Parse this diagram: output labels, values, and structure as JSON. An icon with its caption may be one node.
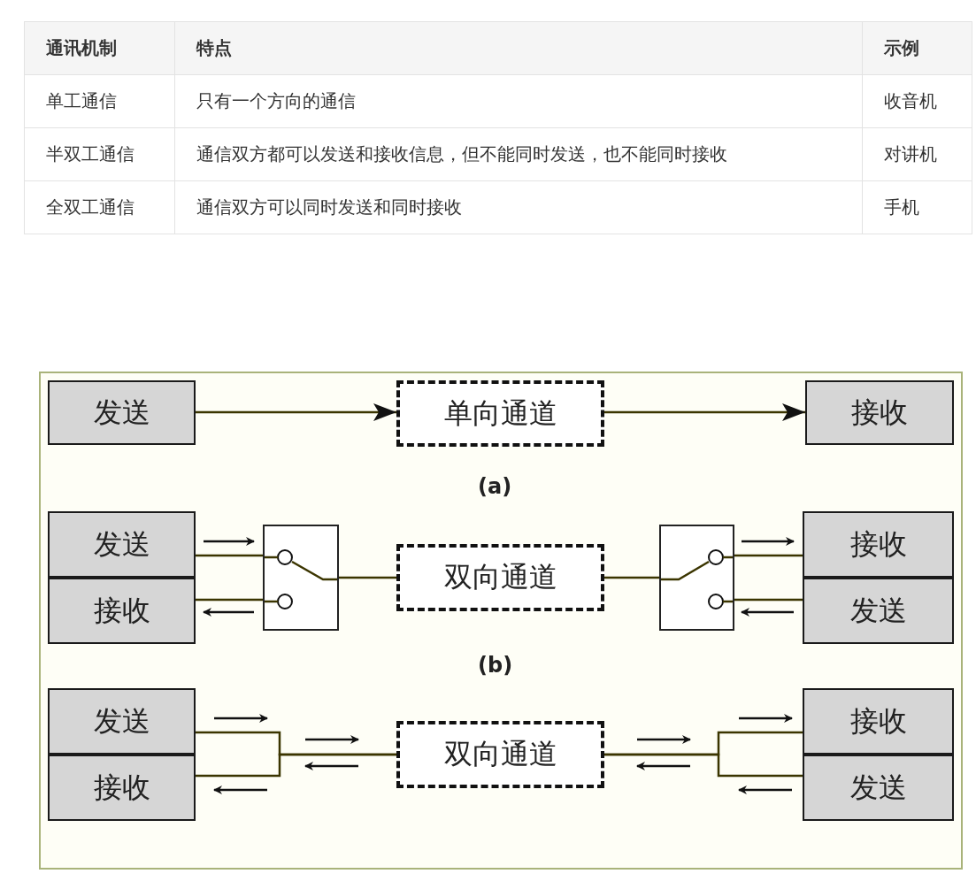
{
  "diagram": {
    "nodes": [
      {
        "text": [
          "发送"
        ]
      },
      {
        "text": [
          "单向通道"
        ]
      },
      {
        "text": [
          "接收"
        ]
      },
      {
        "text": [
          "发送"
        ]
      },
      {
        "text": [
          "接收"
        ]
      },
      {
        "text": [],
        "shape": "box"
      },
      {
        "text": [
          "双向通道"
        ]
      },
      {
        "text": [],
        "shape": "box"
      },
      {
        "text": [
          "接收"
        ]
      },
      {
        "text": [
          "发送"
        ]
      },
      {
        "text": [
          "发送"
        ]
      },
      {
        "text": [
          "接收"
        ]
      },
      {
        "text": [
          "双向通道"
        ]
      },
      {
        "text": [
          "接收"
        ]
      },
      {
        "text": [
          "发送"
        ]
      }
    ],
    "edges": [
      {
        "from": 0,
        "to": 1,
        "arrow": "to"
      },
      {
        "from": 1,
        "to": 2,
        "arrow": "to"
      },
      {
        "from": 3,
        "to": 5,
        "arrow": "none"
      },
      {
        "from": 4,
        "to": 5,
        "arrow": "none"
      },
      {
        "from": 5,
        "to": 6,
        "arrow": "none"
      },
      {
        "from": 6,
        "to": 7,
        "arrow": "none"
      },
      {
        "from": 7,
        "to": 8,
        "arrow": "none"
      },
      {
        "from": 7,
        "to": 9,
        "arrow": "none"
      },
      {
        "from": 10,
        "to": 12,
        "arrow": "none"
      },
      {
        "from": 11,
        "to": 12,
        "arrow": "none"
      },
      {
        "from": 12,
        "to": 13,
        "arrow": "none"
      },
      {
        "from": 12,
        "to": 14,
        "arrow": "none"
      }
    ],
    "labels": [
      "通讯机制",
      "特点",
      "示例",
      "单工通信",
      "只有一个方向的通信",
      "收音机",
      "半双工通信",
      "通信双方都可以发送和接收信息，但不能同时发送，也不能同时接收",
      "对讲机",
      "全双工通信",
      "通信双方可以同时发送和同时接收",
      "手机",
      "(a)",
      "(b)"
    ]
  }
}
